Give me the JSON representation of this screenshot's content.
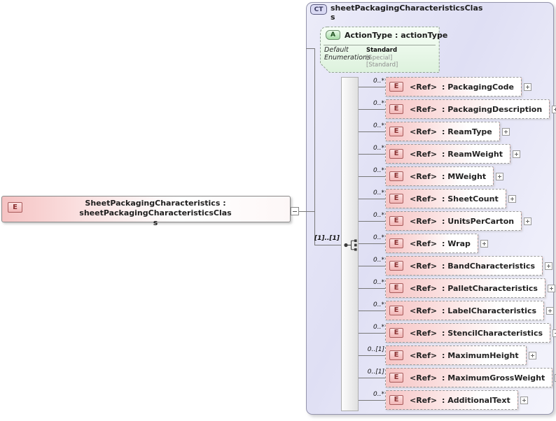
{
  "colors": {
    "container_fill": "#dfdff4",
    "container_border": "#9494ac",
    "element_pink": "#f6c5c5",
    "element_badge_border": "#a85c5c",
    "attribute_green": "#e3f5e3",
    "attribute_badge_green": "#a8dca8",
    "line_gray": "#787878"
  },
  "root_element": {
    "badge": "E",
    "label_lines": [
      "SheetPackagingCharacteristics : sheetPackagingCharacteristicsClas",
      "s"
    ]
  },
  "complex_type": {
    "badge": "CT",
    "title_lines": [
      "sheetPackagingCharacteristicsClas",
      "s"
    ]
  },
  "attribute_box": {
    "badge": "A",
    "title": "ActionType : actionType",
    "default_label": "Default",
    "default_value": "Standard",
    "enumerations_label": "Enumerations",
    "enumeration_values": [
      "[Special]",
      "[Standard]"
    ]
  },
  "model_group": {
    "cardinality_label": "[1]..[1]",
    "icon": "sequence-icon"
  },
  "elements": [
    {
      "badge": "E",
      "ref": "<Ref>",
      "name": ": PackagingCode",
      "cardinality": "0..*"
    },
    {
      "badge": "E",
      "ref": "<Ref>",
      "name": ": PackagingDescription",
      "cardinality": "0..*"
    },
    {
      "badge": "E",
      "ref": "<Ref>",
      "name": ": ReamType",
      "cardinality": "0..*"
    },
    {
      "badge": "E",
      "ref": "<Ref>",
      "name": ": ReamWeight",
      "cardinality": "0..*"
    },
    {
      "badge": "E",
      "ref": "<Ref>",
      "name": ": MWeight",
      "cardinality": "0..*"
    },
    {
      "badge": "E",
      "ref": "<Ref>",
      "name": ": SheetCount",
      "cardinality": "0..*"
    },
    {
      "badge": "E",
      "ref": "<Ref>",
      "name": ": UnitsPerCarton",
      "cardinality": "0..*"
    },
    {
      "badge": "E",
      "ref": "<Ref>",
      "name": ": Wrap",
      "cardinality": "0..*"
    },
    {
      "badge": "E",
      "ref": "<Ref>",
      "name": ": BandCharacteristics",
      "cardinality": "0..*"
    },
    {
      "badge": "E",
      "ref": "<Ref>",
      "name": ": PalletCharacteristics",
      "cardinality": "0..*"
    },
    {
      "badge": "E",
      "ref": "<Ref>",
      "name": ": LabelCharacteristics",
      "cardinality": "0..*"
    },
    {
      "badge": "E",
      "ref": "<Ref>",
      "name": ": StencilCharacteristics",
      "cardinality": "0..*"
    },
    {
      "badge": "E",
      "ref": "<Ref>",
      "name": ": MaximumHeight",
      "cardinality": "0..[1]"
    },
    {
      "badge": "E",
      "ref": "<Ref>",
      "name": ": MaximumGrossWeight",
      "cardinality": "0..[1]"
    },
    {
      "badge": "E",
      "ref": "<Ref>",
      "name": ": AdditionalText",
      "cardinality": "0..*"
    }
  ]
}
